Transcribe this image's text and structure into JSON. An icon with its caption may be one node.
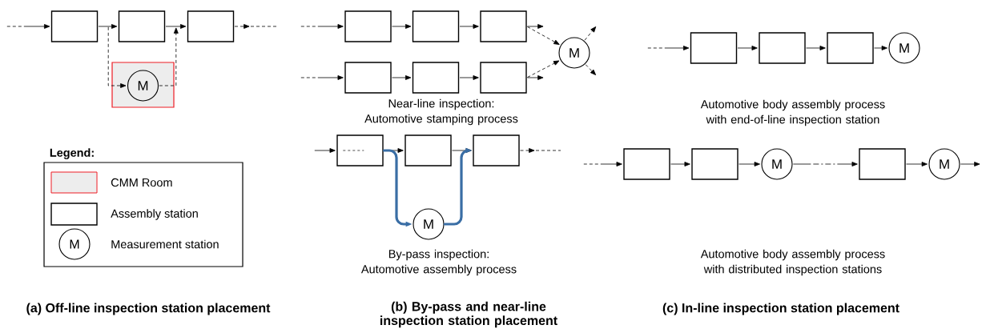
{
  "diagram": {
    "nodes": [
      {
        "text": [],
        "shape": "box"
      },
      {
        "text": [],
        "shape": "box"
      },
      {
        "text": [],
        "shape": "box"
      },
      {
        "text": [],
        "shape": "box"
      },
      {
        "text": [
          "M"
        ],
        "in": 3
      },
      {
        "text": [],
        "shape": "box"
      },
      {
        "text": [],
        "shape": "box"
      },
      {
        "text": [],
        "shape": "box"
      },
      {
        "text": [],
        "shape": "box"
      },
      {
        "text": [],
        "shape": "box"
      },
      {
        "text": [],
        "shape": "box"
      },
      {
        "text": [
          "M"
        ]
      },
      {
        "text": [],
        "shape": "box"
      },
      {
        "text": [],
        "shape": "box"
      },
      {
        "text": [],
        "shape": "box"
      },
      {
        "text": [
          "M"
        ]
      },
      {
        "text": [],
        "shape": "box"
      },
      {
        "text": [],
        "shape": "box"
      },
      {
        "text": [],
        "shape": "box"
      },
      {
        "text": [
          "M"
        ]
      },
      {
        "text": [],
        "shape": "box"
      },
      {
        "text": [],
        "shape": "box"
      },
      {
        "text": [
          "M"
        ]
      },
      {
        "text": [],
        "shape": "box"
      },
      {
        "text": [
          "M"
        ]
      }
    ],
    "edges": [
      {
        "from": null,
        "to": 0,
        "arrow": "to",
        "style": "dashed"
      },
      {
        "from": 0,
        "to": 1,
        "arrow": "to"
      },
      {
        "from": 1,
        "to": 2,
        "arrow": "to"
      },
      {
        "from": 2,
        "to": null,
        "arrow": "to",
        "style": "dashed"
      },
      {
        "from": 0,
        "to": 4,
        "arrow": "to",
        "style": "dashed"
      },
      {
        "from": 4,
        "to": 2,
        "arrow": "to",
        "style": "dashed"
      },
      {
        "from": null,
        "to": 5,
        "arrow": "to",
        "style": "dashed"
      },
      {
        "from": 5,
        "to": 6,
        "arrow": "to"
      },
      {
        "from": 6,
        "to": 7,
        "arrow": "to"
      },
      {
        "from": 7,
        "to": null,
        "arrow": "to"
      },
      {
        "from": 7,
        "to": 11,
        "arrow": "to",
        "style": "dashed"
      },
      {
        "from": 11,
        "to": null,
        "arrow": "to",
        "style": "dashed"
      },
      {
        "from": null,
        "to": 8,
        "arrow": "to",
        "style": "dashed"
      },
      {
        "from": 8,
        "to": 9,
        "arrow": "to"
      },
      {
        "from": 9,
        "to": 10,
        "arrow": "to"
      },
      {
        "from": 10,
        "to": null,
        "arrow": "to"
      },
      {
        "from": 10,
        "to": 11,
        "arrow": "to",
        "style": "dashed"
      },
      {
        "from": 11,
        "to": null,
        "arrow": "to",
        "style": "dashed"
      },
      {
        "from": null,
        "to": 12,
        "arrow": "to"
      },
      {
        "from": 12,
        "to": 13,
        "arrow": "to"
      },
      {
        "from": 13,
        "to": 14,
        "arrow": "to"
      },
      {
        "from": 14,
        "to": null,
        "arrow": "to",
        "style": "dashed"
      },
      {
        "from": 12,
        "to": 15,
        "arrow": "to",
        "style": "thick",
        "color": "#3a6ea5"
      },
      {
        "from": 15,
        "to": 14,
        "arrow": "to",
        "style": "thick",
        "color": "#3a6ea5"
      },
      {
        "from": null,
        "to": 16,
        "arrow": "to",
        "style": "dashed"
      },
      {
        "from": 16,
        "to": 17,
        "arrow": "to"
      },
      {
        "from": 17,
        "to": 18,
        "arrow": "to"
      },
      {
        "from": 18,
        "to": 19,
        "arrow": "to"
      },
      {
        "from": null,
        "to": 20,
        "arrow": "to",
        "style": "dashed"
      },
      {
        "from": 20,
        "to": 21,
        "arrow": "to"
      },
      {
        "from": 21,
        "to": 22,
        "arrow": "to"
      },
      {
        "from": 22,
        "to": 23,
        "arrow": "to",
        "style": "dashed"
      },
      {
        "from": 23,
        "to": 24,
        "arrow": "to"
      },
      {
        "from": 24,
        "to": null,
        "arrow": "to"
      }
    ],
    "labels": [
      "Near-line inspection: Automotive stamping process",
      "Automotive body assembly process with end-of-line inspection station",
      "Legend:",
      "M",
      "By-pass inspection: Automotive assembly process",
      "Automotive body assembly process with distributed inspection stations",
      "(a) Off-line inspection station placement",
      "(b) By-pass and near-line inspection station placement",
      "(c) In-line inspection station placement"
    ],
    "legend": [
      {
        "text": "CMM Room"
      },
      {
        "text": "Assembly station"
      },
      {
        "text": "Measurement station"
      }
    ]
  }
}
